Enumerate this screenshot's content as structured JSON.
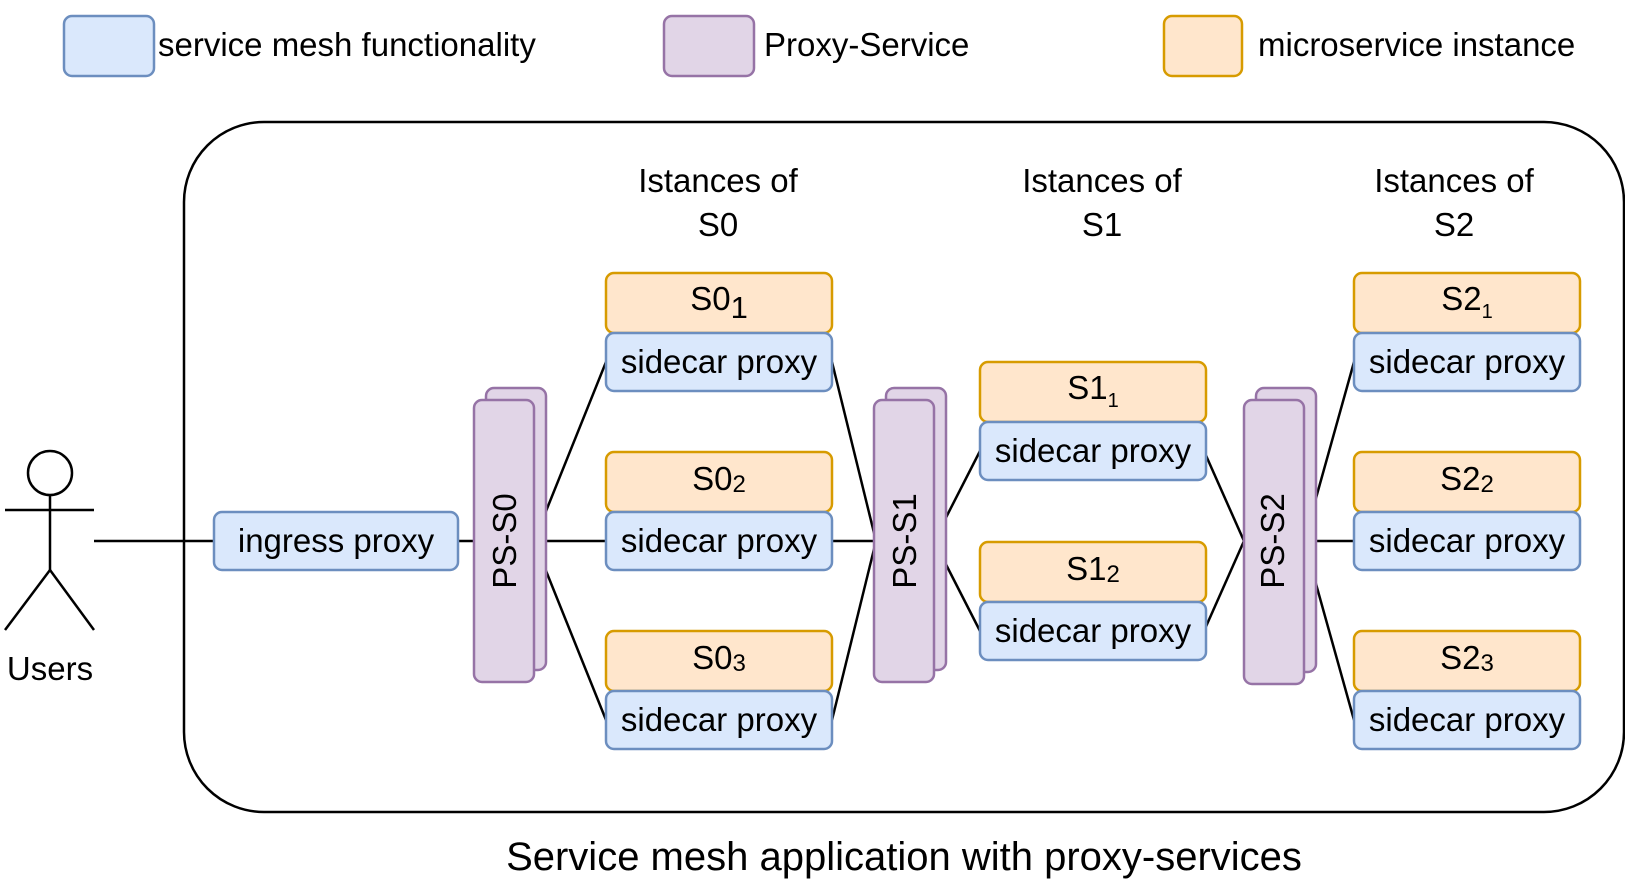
{
  "legend": {
    "service_mesh": "service mesh functionality",
    "proxy_service": "Proxy-Service",
    "microservice": "microservice instance"
  },
  "colors": {
    "service_mesh_fill": "#dae8fc",
    "service_mesh_stroke": "#6c8ebf",
    "proxy_service_fill": "#e1d5e7",
    "proxy_service_stroke": "#9673a6",
    "microservice_fill": "#ffe6cc",
    "microservice_stroke": "#d79b00"
  },
  "actor": {
    "label": "Users",
    "icon": "stick-figure-icon"
  },
  "ingress": {
    "label": "ingress proxy"
  },
  "proxy_services": {
    "s0": "PS-S0",
    "s1": "PS-S1",
    "s2": "PS-S2"
  },
  "groups": {
    "s0": {
      "line1": "Istances of",
      "line2": "S0"
    },
    "s1": {
      "line1": "Istances of",
      "line2": "S1"
    },
    "s2": {
      "line1": "Istances of",
      "line2": "S2"
    }
  },
  "instances": {
    "s0": [
      {
        "name": "S0",
        "sub": "1",
        "proxy": "sidecar proxy"
      },
      {
        "name": "S0",
        "sub": "2",
        "proxy": "sidecar proxy"
      },
      {
        "name": "S0",
        "sub": "3",
        "proxy": "sidecar proxy"
      }
    ],
    "s1": [
      {
        "name": "S1",
        "sub": "1",
        "proxy": "sidecar proxy"
      },
      {
        "name": "S1",
        "sub": "2",
        "proxy": "sidecar proxy"
      }
    ],
    "s2": [
      {
        "name": "S2",
        "sub": "1",
        "proxy": "sidecar proxy"
      },
      {
        "name": "S2",
        "sub": "2",
        "proxy": "sidecar proxy"
      },
      {
        "name": "S2",
        "sub": "3",
        "proxy": "sidecar proxy"
      }
    ]
  },
  "caption": "Service mesh application with proxy-services"
}
